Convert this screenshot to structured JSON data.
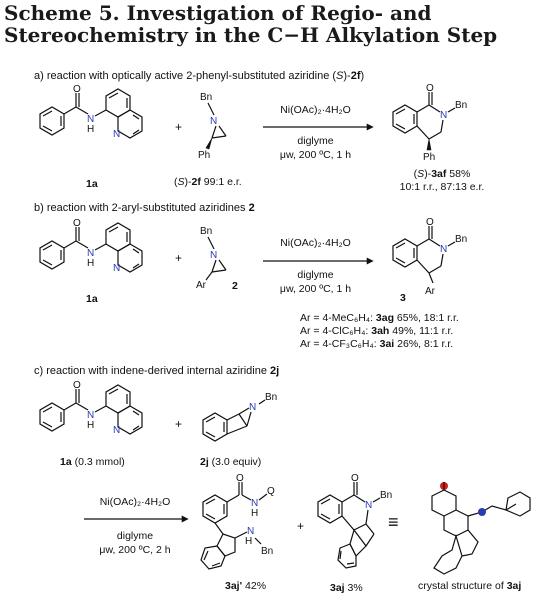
{
  "title": "Scheme 5. Investigation of Regio- and Stereochemistry in the C−H Alkylation Step",
  "sections": {
    "a": {
      "heading_pre": "a) reaction with optically active 2-phenyl-substituted aziridine (",
      "heading_s": "S",
      "heading_mid": ")-",
      "heading_bold": "2f",
      "reagent_top": "Ni(OAc)₂·4H₂O",
      "reagent_bottom1": "diglyme",
      "reagent_bottom2": "μw, 200 ºC, 1 h",
      "sm_label": "1a",
      "plus": "+",
      "aziridine_label_pre": "(",
      "aziridine_label_s": "S",
      "aziridine_label_mid": ")-",
      "aziridine_label_bold": "2f",
      "aziridine_label_post": " 99:1 e.r.",
      "product_label_pre": "(",
      "product_label_s": "S",
      "product_label_mid": ")-",
      "product_label_bold": "3af",
      "product_label_post": " 58%",
      "product_ratio": "10:1 r.r., 87:13 e.r.",
      "bn": "Bn",
      "ph": "Ph",
      "o": "O",
      "n": "N",
      "h": "H"
    },
    "b": {
      "heading_pre": "b) reaction with 2-aryl-substituted aziridines ",
      "heading_bold": "2",
      "reagent_top": "Ni(OAc)₂·4H₂O",
      "reagent_bottom1": "diglyme",
      "reagent_bottom2": "μw, 200 ºC, 1 h",
      "sm_label": "1a",
      "plus": "+",
      "aziridine_label": "2",
      "product_label": "3",
      "ar": "Ar",
      "results": [
        {
          "pre": "Ar = 4-MeC₆H₄: ",
          "bold": "3ag",
          "post": " 65%, 18:1 r.r."
        },
        {
          "pre": "Ar = 4-ClC₆H₄: ",
          "bold": "3ah",
          "post": " 49%, 11:1 r.r."
        },
        {
          "pre": "Ar = 4-CF₃C₆H₄: ",
          "bold": "3ai",
          "post": " 26%, 8:1 r.r."
        }
      ]
    },
    "c": {
      "heading_pre": "c) reaction with indene-derived internal aziridine ",
      "heading_bold": "2j",
      "sm_label_bold": "1a",
      "sm_label_post": " (0.3 mmol)",
      "plus": "+",
      "aziridine_label_bold": "2j",
      "aziridine_label_post": " (3.0 equiv)",
      "reagent_top": "Ni(OAc)₂·4H₂O",
      "reagent_bottom1": "diglyme",
      "reagent_bottom2": "μw, 200 ºC, 2 h",
      "product1_bold": "3aj'",
      "product1_post": " 42%",
      "product2_bold": "3aj",
      "product2_post": " 3%",
      "crystal_pre": "crystal structure of ",
      "crystal_bold": "3aj",
      "equiv_symbol": "≡",
      "q": "Q",
      "bn": "Bn"
    }
  }
}
